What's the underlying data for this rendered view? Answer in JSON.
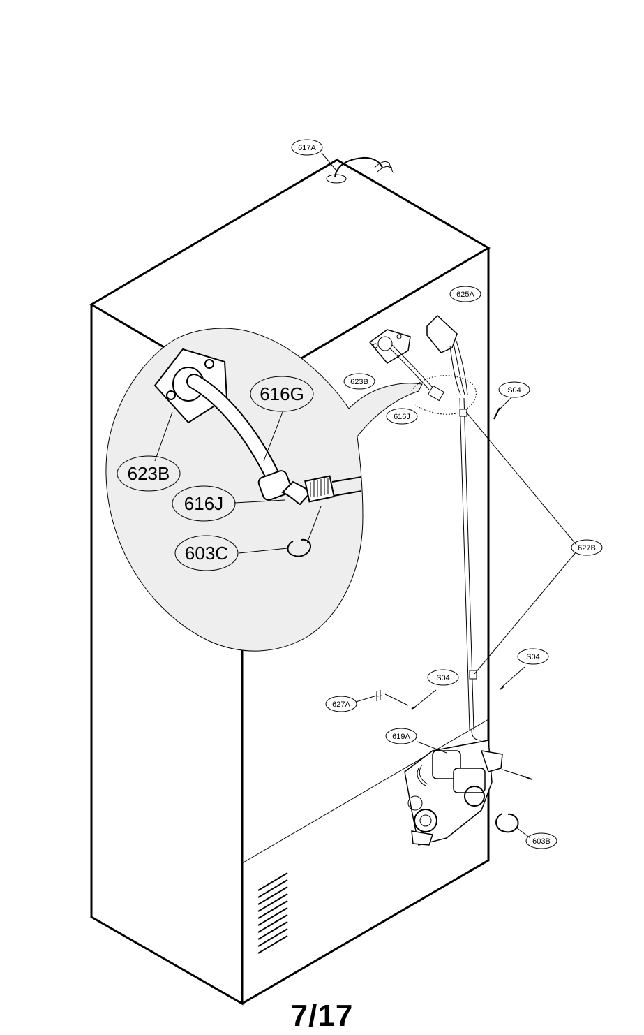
{
  "page_number": "7/17",
  "callouts": {
    "c617A": "617A",
    "c625A": "625A",
    "c623B_small": "623B",
    "c616J_small": "616J",
    "c604_top": "S04",
    "c627B": "627B",
    "c604_mid": "S04",
    "c604_low": "S04",
    "c627A": "627A",
    "c619A": "619A",
    "c603B": "603B",
    "c616G": "616G",
    "c623B_big": "623B",
    "c616J_big": "616J",
    "c603C": "603C"
  }
}
